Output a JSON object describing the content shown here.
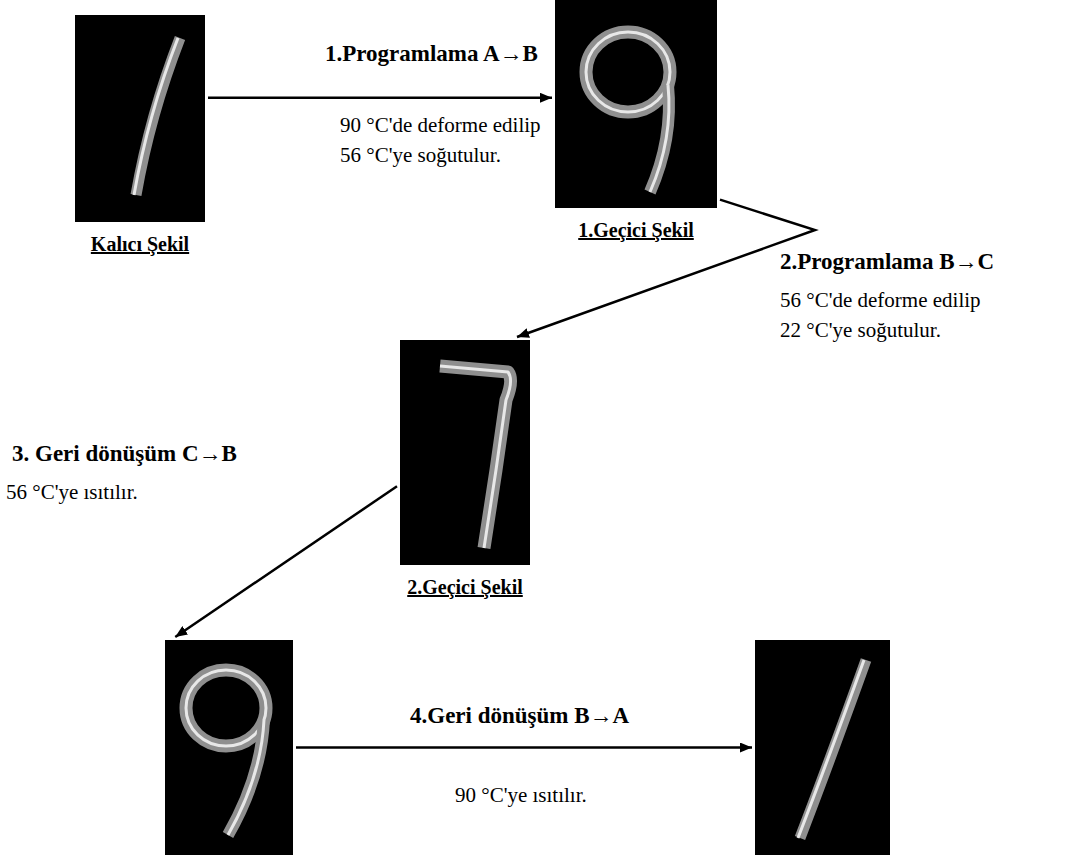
{
  "diagram": {
    "nodes": [
      {
        "text": [
          "Kalıcı Şekil"
        ]
      },
      {
        "text": [
          "1.Geçici Şekil"
        ]
      },
      {
        "text": [
          "2.Geçici Şekil"
        ]
      },
      {
        "text": []
      },
      {
        "text": []
      }
    ],
    "edges": [
      {
        "from": 0,
        "to": 1,
        "arrow": "to",
        "label": "1.Programlama A→B"
      },
      {
        "from": 1,
        "to": 2,
        "arrow": "to",
        "label": "2.Programlama B→C"
      },
      {
        "from": 2,
        "to": 3,
        "arrow": "to",
        "label": "3. Geri dönüşüm C→B"
      },
      {
        "from": 3,
        "to": 4,
        "arrow": "to",
        "label": "4.Geri dönüşüm B→A"
      }
    ],
    "labels": [
      "90 °C'de deforme edilip 56 °C'ye soğutulur.",
      "56 °C'de deforme edilip 22 °C'ye soğutulur.",
      "56 °C'ye ısıtılır.",
      "90 °C'ye ısıtılır."
    ]
  }
}
